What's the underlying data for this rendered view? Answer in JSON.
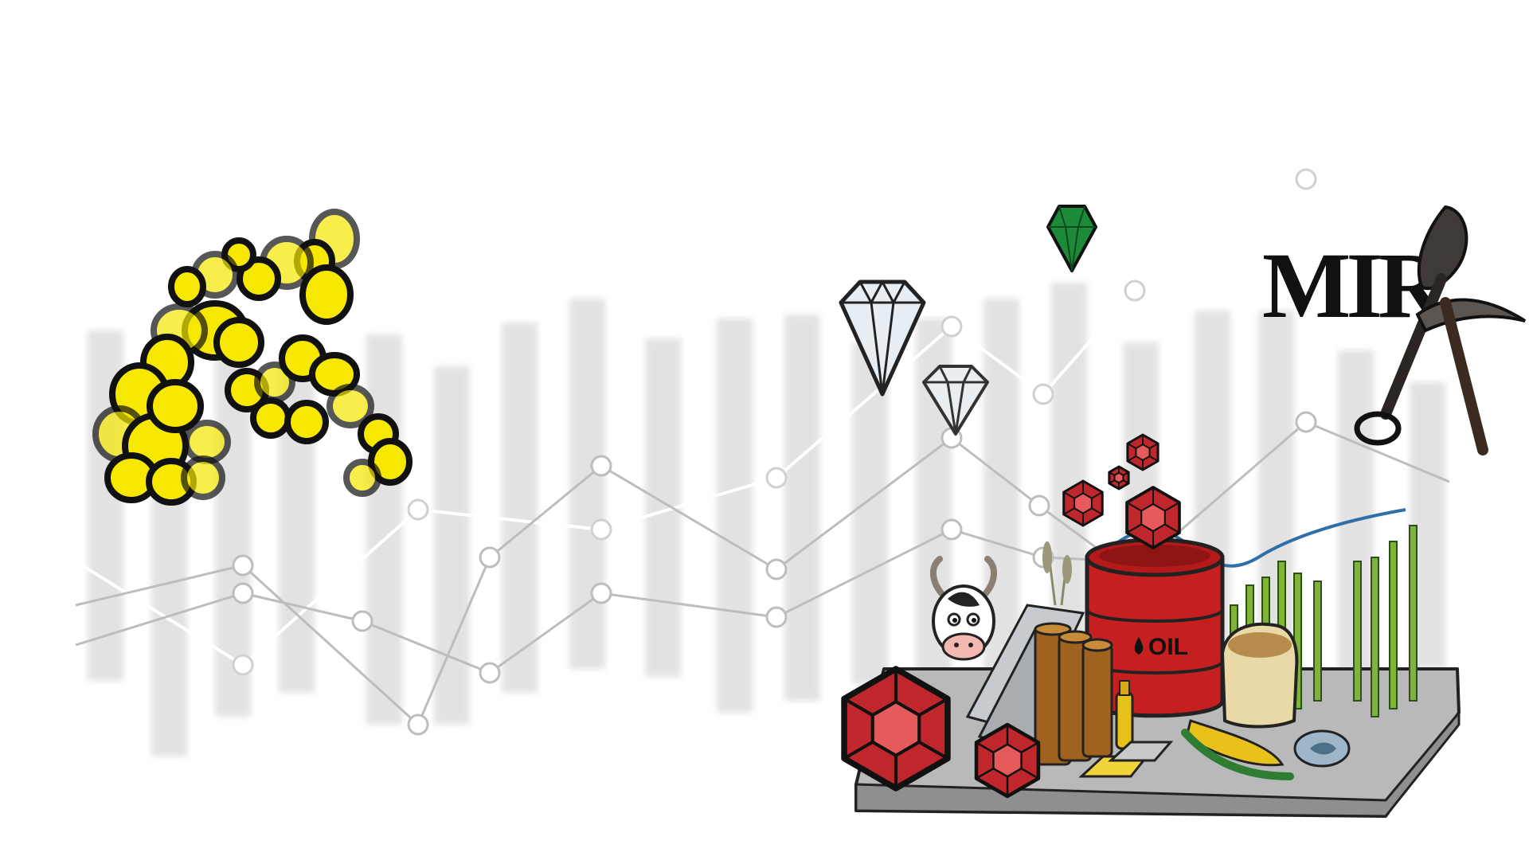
{
  "image": {
    "kind": "illustration",
    "theme": "commodities-market-illustration"
  },
  "logo": {
    "text": "MIR"
  },
  "barrel": {
    "label": "OIL"
  },
  "colors": {
    "background": "#ffffff",
    "bar_gray": "#d9d9d9",
    "line_white": "#ffffff",
    "line_gray": "#bdbdbd",
    "gold": "#f6e800",
    "ruby": "#c0272d",
    "emerald": "#1d8a3a",
    "diamond": "#e6eef3",
    "oil_red": "#c61f1f",
    "platform": "#b5b5b5",
    "steel": "#9aa0a6",
    "wood": "#4a3424",
    "corn": "#e8c21a",
    "cane": "#7fb33a",
    "trend_blue": "#2f6fa8"
  },
  "icons": [
    "gold-nuggets-icon",
    "diamond-icon",
    "emerald-icon",
    "ruby-icon",
    "shovel-icon",
    "pickaxe-icon",
    "oil-barrel-icon",
    "cow-icon",
    "corn-icon",
    "sugarcane-icon",
    "fish-can-icon",
    "wheat-icon",
    "gold-bar-icon",
    "olive-oil-bottle-icon"
  ]
}
